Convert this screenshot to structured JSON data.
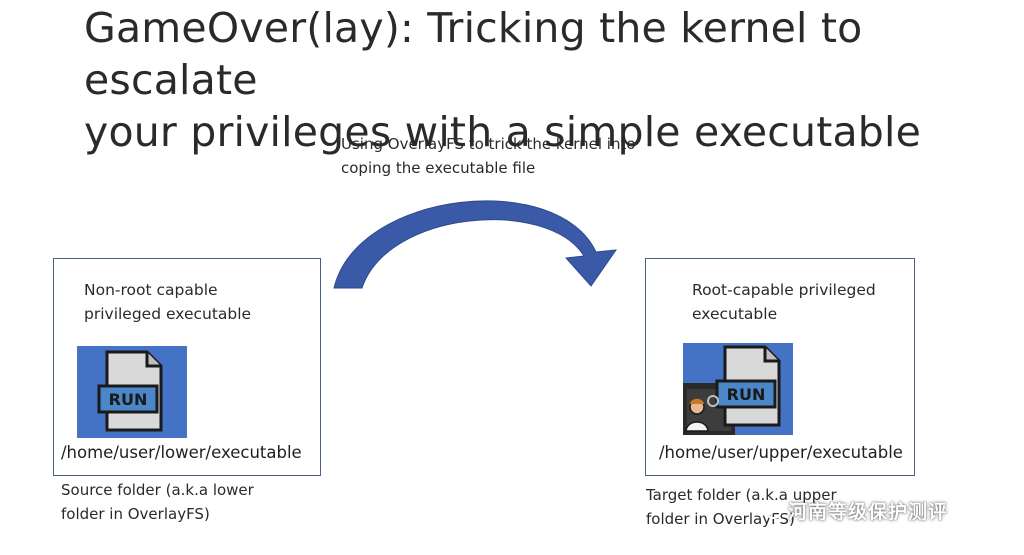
{
  "slide": {
    "title_line1": "GameOver(lay): Tricking the kernel to escalate",
    "title_line2": "your privileges with a simple executable",
    "caption_line1": "Using OverlayFS to trick the kernel into",
    "caption_line2": "coping the executable file"
  },
  "source": {
    "label_line1": "Non-root capable",
    "label_line2": "privileged executable",
    "icon": "run-file-icon",
    "icon_text": "RUN",
    "path": "/home/user/lower/executable",
    "below_line1": "Source folder (a.k.a lower",
    "below_line2": "folder in OverlayFS)"
  },
  "target": {
    "label_line1": "Root-capable privileged",
    "label_line2": "executable",
    "icon": "run-file-with-user-icon",
    "icon_text": "RUN",
    "path": "/home/user/upper/executable",
    "below_line1": "Target folder (a.k.a upper",
    "below_line2": "folder in OverlayFS)"
  },
  "watermark": {
    "text": "河南等级保护测评"
  },
  "colors": {
    "arrow": "#3a5aa8",
    "tile": "#4472c4",
    "box_border": "#4b5f86"
  }
}
